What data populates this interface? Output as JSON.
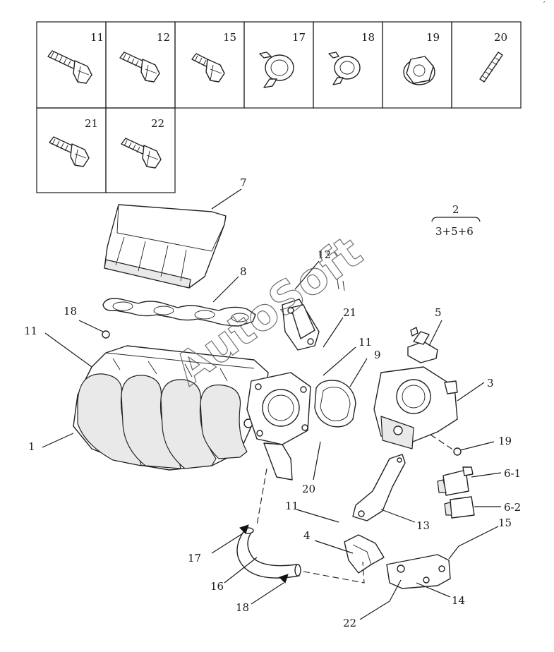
{
  "watermark": "AutoSoft",
  "corner_mark": "′",
  "fastener_table": [
    {
      "label": "11",
      "icon": "long-hex-bolt-icon"
    },
    {
      "label": "12",
      "icon": "hex-bolt-icon"
    },
    {
      "label": "15",
      "icon": "short-hex-bolt-icon"
    },
    {
      "label": "17",
      "icon": "hose-clamp-icon"
    },
    {
      "label": "18",
      "icon": "small-hose-clamp-icon"
    },
    {
      "label": "19",
      "icon": "flange-nut-icon"
    },
    {
      "label": "20",
      "icon": "stud-icon"
    },
    {
      "label": "21",
      "icon": "hex-bolt-icon"
    },
    {
      "label": "22",
      "icon": "hex-bolt-icon"
    }
  ],
  "assembly_note": {
    "top": "2",
    "bottom": "3+5+6"
  },
  "callouts": [
    {
      "label": "7"
    },
    {
      "label": "8"
    },
    {
      "label": "18"
    },
    {
      "label": "11"
    },
    {
      "label": "1"
    },
    {
      "label": "12"
    },
    {
      "label": "21"
    },
    {
      "label": "11"
    },
    {
      "label": "9"
    },
    {
      "label": "5"
    },
    {
      "label": "3"
    },
    {
      "label": "19"
    },
    {
      "label": "6-1"
    },
    {
      "label": "6-2"
    },
    {
      "label": "20"
    },
    {
      "label": "11"
    },
    {
      "label": "13"
    },
    {
      "label": "4"
    },
    {
      "label": "15"
    },
    {
      "label": "17"
    },
    {
      "label": "16"
    },
    {
      "label": "18"
    },
    {
      "label": "14"
    },
    {
      "label": "22"
    }
  ]
}
